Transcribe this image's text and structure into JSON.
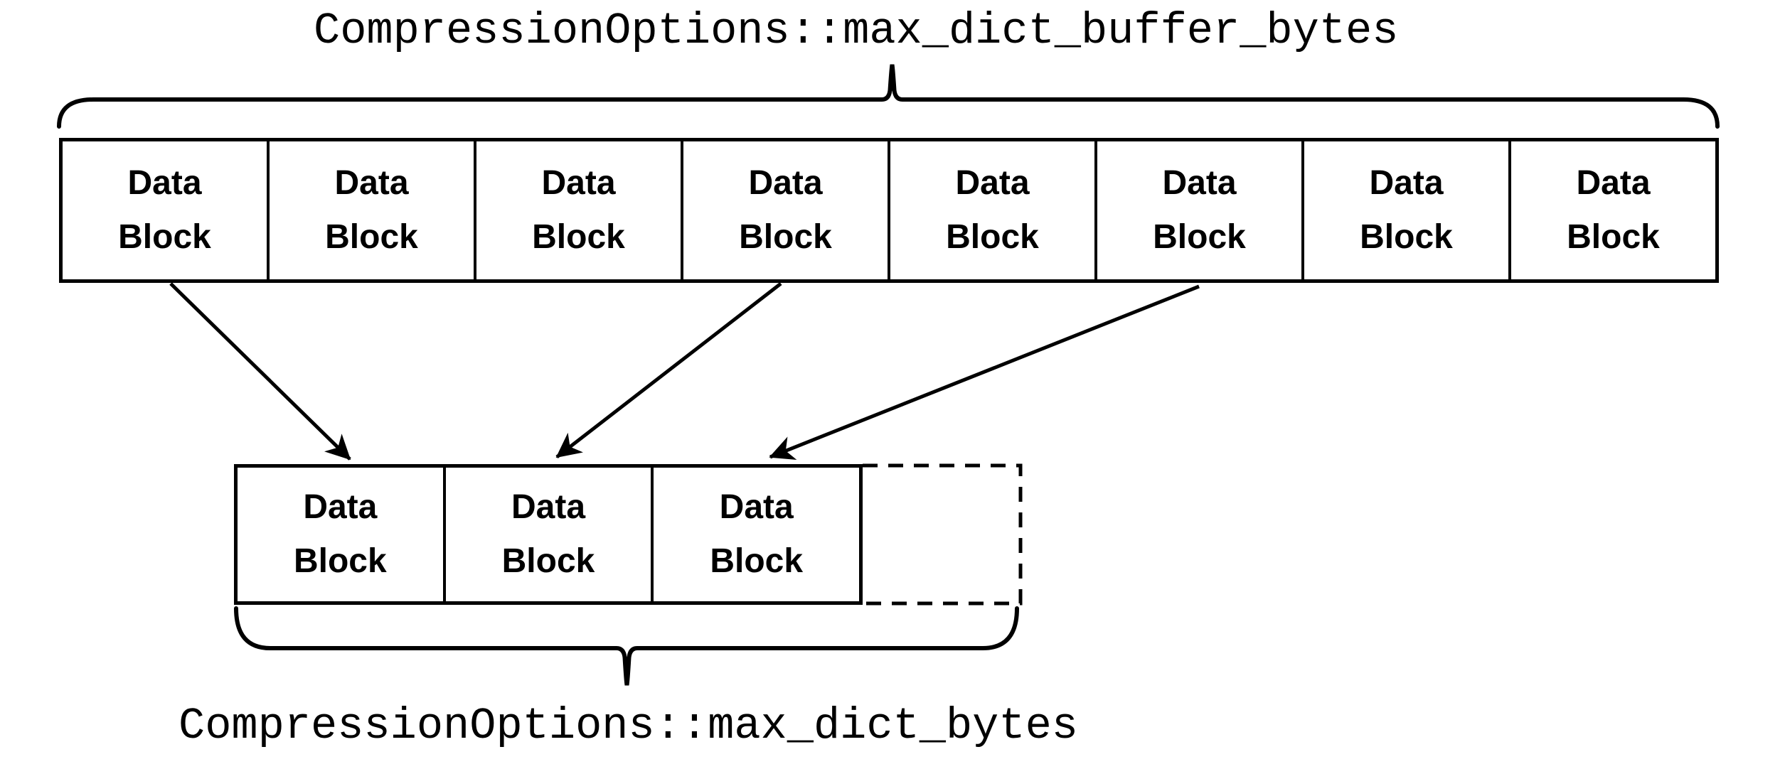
{
  "diagram": {
    "top_label": "CompressionOptions::max_dict_buffer_bytes",
    "bottom_label": "CompressionOptions::max_dict_bytes",
    "top_row": {
      "blocks": [
        {
          "line1": "Data",
          "line2": "Block"
        },
        {
          "line1": "Data",
          "line2": "Block"
        },
        {
          "line1": "Data",
          "line2": "Block"
        },
        {
          "line1": "Data",
          "line2": "Block"
        },
        {
          "line1": "Data",
          "line2": "Block"
        },
        {
          "line1": "Data",
          "line2": "Block"
        },
        {
          "line1": "Data",
          "line2": "Block"
        },
        {
          "line1": "Data",
          "line2": "Block"
        }
      ]
    },
    "bottom_row": {
      "blocks": [
        {
          "line1": "Data",
          "line2": "Block"
        },
        {
          "line1": "Data",
          "line2": "Block"
        },
        {
          "line1": "Data",
          "line2": "Block"
        }
      ],
      "has_dashed_placeholder": true
    },
    "arrows_count": 3,
    "colors": {
      "line": "#000000",
      "background": "#ffffff"
    }
  }
}
